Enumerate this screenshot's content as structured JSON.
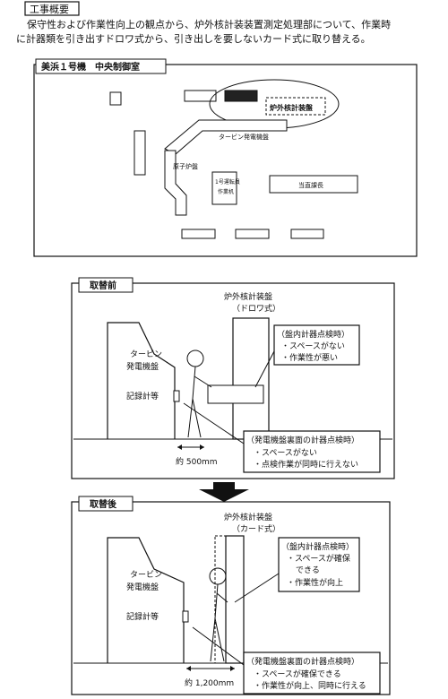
{
  "summary": {
    "label": "工事概要",
    "line1": "保守性および作業性向上の観点から、炉外核計装装置測定処理部について、作業時",
    "line2": "に計器類を引き出すドロワ式から、引き出しを要しないカード式に取り替える。"
  },
  "floor_plan": {
    "title": "美浜１号機　中央制御室",
    "panel_label": "炉外核計装盤",
    "turbine_label": "タービン発電機盤",
    "reactor_label": "原子炉盤",
    "operator_desk_line1": "1号運転員",
    "operator_desk_line2": "作業机",
    "shift_chief_label": "当直課長"
  },
  "before": {
    "title": "取替前",
    "panel_label_line1": "炉外核計装盤",
    "panel_label_line2": "（ドロワ式）",
    "turbine_line1": "タービン",
    "turbine_line2": "発電機盤",
    "recorder_label": "記録計等",
    "inner_box": {
      "heading": "（盤内計器点検時）",
      "item1": "・スペースがない",
      "item2": "・作業性が悪い"
    },
    "back_box": {
      "heading": "（発電機盤裏面の計器点検時）",
      "item1": "・スペースがない",
      "item2": "・点検作業が同時に行えない"
    },
    "distance": "約 500mm"
  },
  "after": {
    "title": "取替後",
    "panel_label_line1": "炉外核計装盤",
    "panel_label_line2": "（カード式）",
    "turbine_line1": "タービン",
    "turbine_line2": "発電機盤",
    "recorder_label": "記録計等",
    "inner_box": {
      "heading": "（盤内計器点検時）",
      "item1": "・スペースが確保",
      "item1b": "できる",
      "item2": "・作業性が向上"
    },
    "back_box": {
      "heading": "（発電機盤裏面の計器点検時）",
      "item1": "・スペースが確保できる",
      "item2": "・作業性が向上、同時に行える"
    },
    "distance": "約 1,200mm"
  }
}
